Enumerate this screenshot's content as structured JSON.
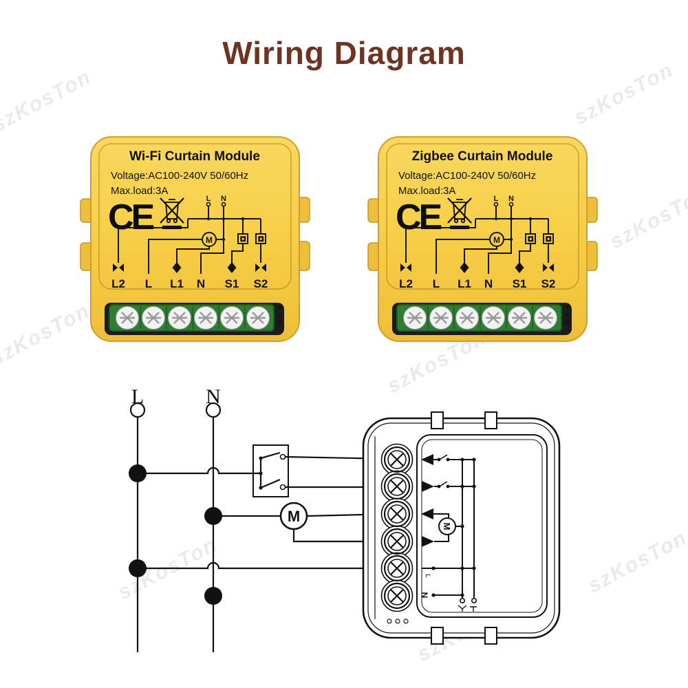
{
  "page": {
    "title": "Wiring Diagram",
    "title_color": "#6D3421",
    "background": "#FFFFFF"
  },
  "watermark": {
    "text": "szKosTon"
  },
  "colors": {
    "module_yellow": "#F7CE47",
    "module_yellow_edge": "#E9BC3B",
    "module_border": "#CE9E2C",
    "terminal_green": "#2E7D33",
    "terminal_green_dark": "#1E5B25",
    "recess_black": "#1C1C1C",
    "schematic_line": "#111111"
  },
  "modules": [
    {
      "title": "Wi-Fi Curtain Module",
      "voltage": "Voltage:AC100-240V 50/60Hz",
      "max_load": "Max.load:3A",
      "ce_mark": "CE",
      "motor_label": "M",
      "top_terminals": {
        "live": "L",
        "neutral": "N"
      },
      "terminals": [
        "L2",
        "L",
        "L1",
        "N",
        "S1",
        "S2"
      ]
    },
    {
      "title": "Zigbee Curtain Module",
      "voltage": "Voltage:AC100-240V 50/60Hz",
      "max_load": "Max.load:3A",
      "ce_mark": "CE",
      "motor_label": "M",
      "top_terminals": {
        "live": "L",
        "neutral": "N"
      },
      "terminals": [
        "L2",
        "L",
        "L1",
        "N",
        "S1",
        "S2"
      ]
    }
  ],
  "wiring": {
    "live_label": "L",
    "neutral_label": "N",
    "motor_label": "M",
    "module_drawing": {
      "live_label": "L",
      "neutral_label": "N",
      "motor_label": "M"
    }
  }
}
